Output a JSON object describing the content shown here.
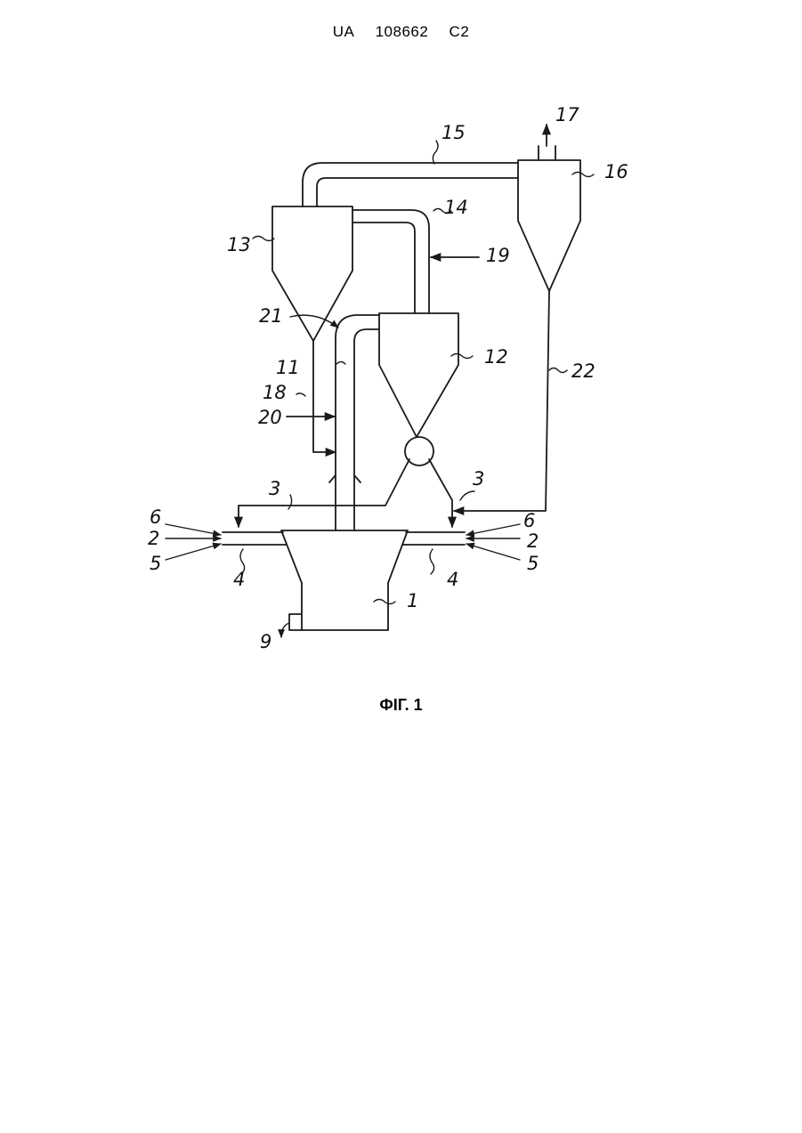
{
  "header": {
    "country": "UA",
    "number": "108662",
    "kind": "C2"
  },
  "figure": {
    "caption": "ФІГ. 1",
    "labels": [
      "1",
      "2",
      "2",
      "3",
      "3",
      "4",
      "4",
      "5",
      "5",
      "6",
      "6",
      "9",
      "11",
      "12",
      "13",
      "14",
      "15",
      "16",
      "17",
      "18",
      "19",
      "20",
      "21",
      "22"
    ]
  }
}
